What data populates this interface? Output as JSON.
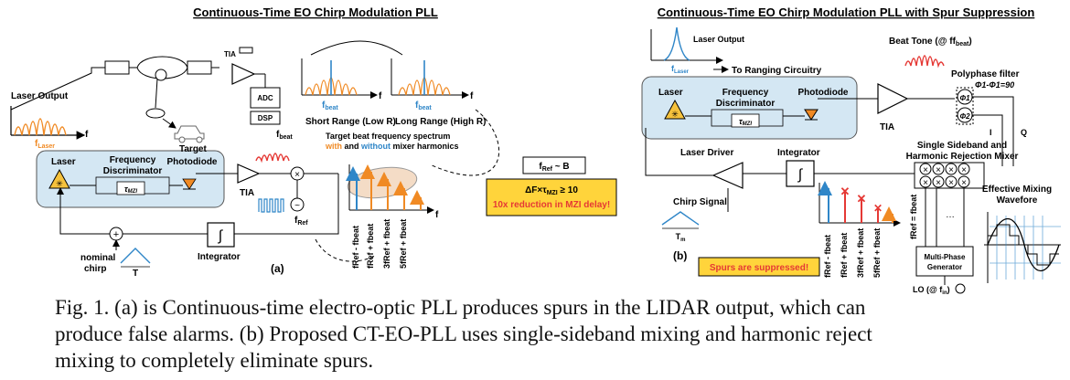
{
  "panel_a": {
    "title": "Continuous-Time EO Chirp Modulation PLL",
    "label": "(a)",
    "laser_output": "Laser Output",
    "f_laser": "f",
    "f_laser_sub": "Laser",
    "f": "f",
    "laser": "Laser",
    "freq_disc_1": "Frequency",
    "freq_disc_2": "Discriminator",
    "tau": "τ",
    "tau_sub": "MZI",
    "photodiode": "Photodiode",
    "tia_top": "TIA",
    "tia": "TIA",
    "adc": "ADC",
    "dsp": "DSP",
    "target": "Target",
    "f_beat": "f",
    "f_beat_sub": "beat",
    "target_spectrum_1": "Target beat frequency spectrum",
    "with_word": "with",
    "and_word": " and ",
    "without_word": "without",
    "mixer_harmonics": " mixer harmonics",
    "short_range": "Short Range (Low R)",
    "long_range": "Long Range (High R)",
    "f_ref": "f",
    "f_ref_sub": "Ref",
    "nominal": "nominal",
    "chirp": "chirp",
    "T": "T",
    "integrator": "Integrator",
    "tick_labels": [
      "fRef - fbeat",
      "fRef + fbeat",
      "3fRef + fbeat",
      "5fRef + fbeat"
    ],
    "fref_b": "f",
    "fref_b_sub": "Ref",
    "fref_b_tail": " ~ B",
    "delta_line": "ΔF×τ",
    "delta_sub": "MZI",
    "delta_tail": " ≥ 10",
    "reduction": "10x reduction in MZI delay!"
  },
  "panel_b": {
    "title": "Continuous-Time EO Chirp Modulation PLL with Spur Suppression",
    "label": "(b)",
    "laser_output": "Laser Output",
    "to_ranging": "To Ranging Circuitry",
    "laser": "Laser",
    "freq_disc_1": "Frequency",
    "freq_disc_2": "Discriminator",
    "photodiode": "Photodiode",
    "tia": "TIA",
    "beat_tone": "Beat Tone (@ f",
    "beat_tone_tail": ")",
    "polyphase": "Polyphase filter",
    "phi_rel": "Φ1-Φ1=90",
    "phi1": "Φ1",
    "phi2": "Φ2",
    "I": "I",
    "Q": "Q",
    "laser_driver": "Laser Driver",
    "integrator": "Integrator",
    "ssb_1": "Single Sideband and",
    "ssb_2": "Harmonic Rejection Mixer",
    "chirp_signal": "Chirp Signal",
    "tm": "T",
    "tm_sub": "m",
    "eff_mix_1": "Effective Mixing",
    "eff_mix_2": "Wavefore",
    "fref_eq": "fRef = fbeat",
    "multiphase_1": "Multi-Phase",
    "multiphase_2": "Generator",
    "lo": "LO (@ f",
    "lo_sub": "in",
    "lo_tail": ")",
    "spurs": "Spurs are suppressed!",
    "tick_labels": [
      "fRef - fbeat",
      "fRef + fbeat",
      "3fRef + fbeat",
      "5fRef + fbeat"
    ]
  },
  "caption": {
    "line1": "Fig. 1. (a) is Continuous-time electro-optic PLL produces spurs in the LIDAR output, which can",
    "line2": "produce false alarms. (b) Proposed CT-EO-PLL uses single-sideband mixing and harmonic reject",
    "line3": "mixing to completely eliminate spurs."
  },
  "colors": {
    "orange": "#f08a24",
    "blue": "#2f86c8",
    "red": "#e53935",
    "panel_fill": "#d4e7f3",
    "yellow": "#ffd43b",
    "spur_fill": "#f4dcc6"
  }
}
